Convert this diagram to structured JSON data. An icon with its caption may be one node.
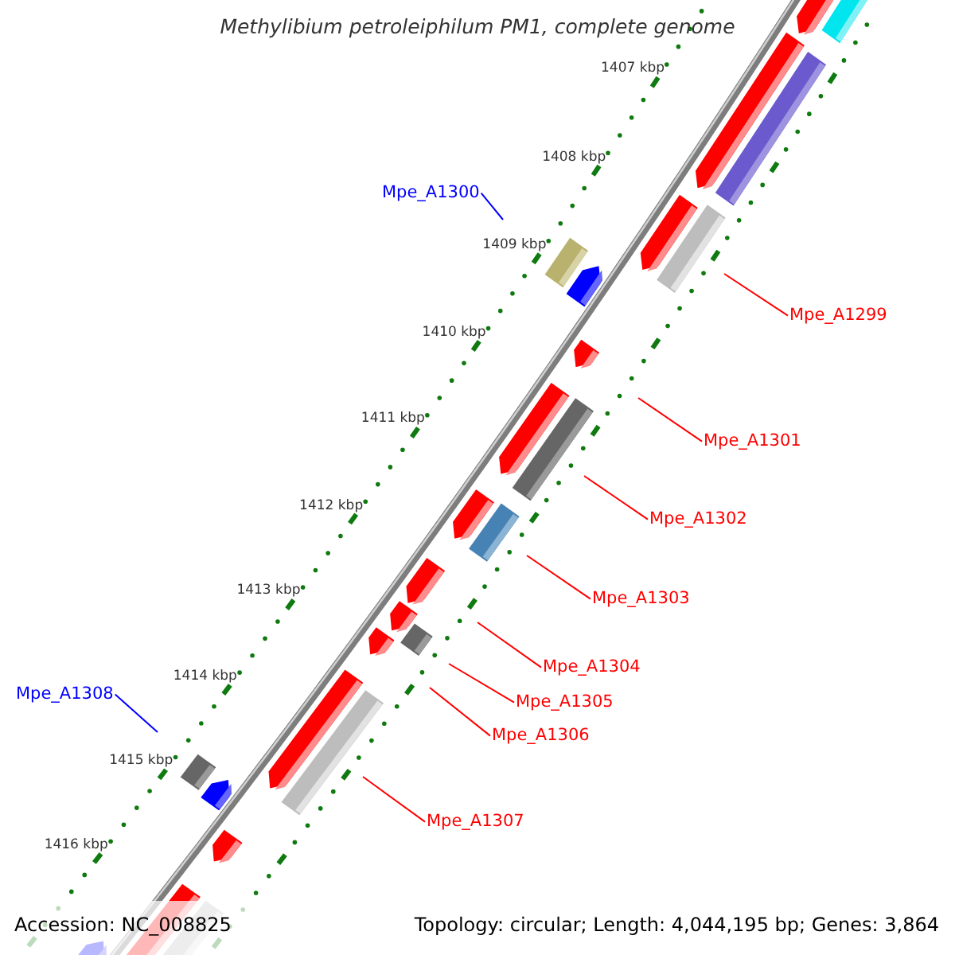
{
  "diagram": {
    "title": "Methylibium petroleiphilum PM1, complete genome",
    "nodes": [
      {
        "text": [
          "Mpe_A1300"
        ]
      },
      {
        "text": [
          "Mpe_A1299"
        ]
      },
      {
        "text": [
          "Mpe_A1301"
        ]
      },
      {
        "text": [
          "Mpe_A1302"
        ]
      },
      {
        "text": [
          "Mpe_A1303"
        ]
      },
      {
        "text": [
          "Mpe_A1304"
        ]
      },
      {
        "text": [
          "Mpe_A1308"
        ]
      },
      {
        "text": [
          "Mpe_A1305"
        ]
      },
      {
        "text": [
          "Mpe_A1306"
        ]
      },
      {
        "text": [
          "Mpe_A1307"
        ]
      }
    ],
    "edges": [
      {
        "from": 0,
        "to": null,
        "arrow": "none",
        "color": "#0000ff"
      },
      {
        "from": 1,
        "to": null,
        "arrow": "none"
      },
      {
        "from": 2,
        "to": null,
        "arrow": "none"
      },
      {
        "from": 3,
        "to": null,
        "arrow": "none"
      },
      {
        "from": 4,
        "to": null,
        "arrow": "none"
      },
      {
        "from": 5,
        "to": null,
        "arrow": "none"
      },
      {
        "from": 6,
        "to": null,
        "arrow": "none",
        "color": "#0000ff"
      },
      {
        "from": 7,
        "to": null,
        "arrow": "none"
      },
      {
        "from": 8,
        "to": null,
        "arrow": "none"
      },
      {
        "from": 9,
        "to": null,
        "arrow": "none"
      }
    ],
    "labels": [
      "1407 kbp",
      "1408 kbp",
      "1409 kbp",
      "1410 kbp",
      "1411 kbp",
      "1412 kbp",
      "1413 kbp",
      "1414 kbp",
      "1415 kbp",
      "1416 kbp",
      "Accession: NC_008825",
      "Topology: circular; Length: 4,044,195 bp; Genes: 3,864"
    ]
  }
}
